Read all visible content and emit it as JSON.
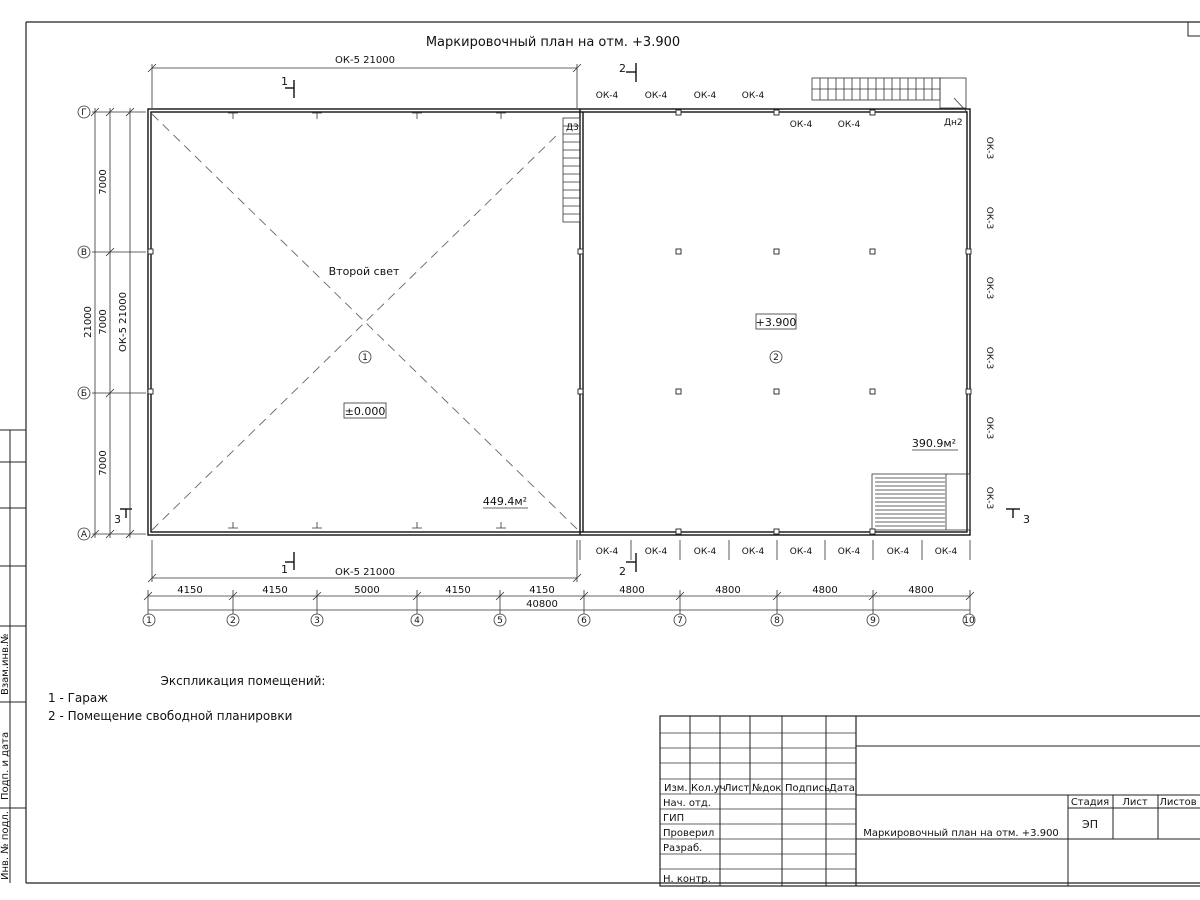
{
  "drawing": {
    "title": "Маркировочный план на отм. +3.900",
    "rooms": {
      "room1": {
        "name": "Второй свет",
        "number": "1",
        "elevation": "±0.000",
        "area": "449.4м²"
      },
      "room2": {
        "number": "2",
        "elevation": "+3.900",
        "area": "390.9м²"
      }
    },
    "dims": {
      "top_overall": "ОК-5 21000",
      "bottom_overall": "ОК-5 21000",
      "left_wall": "ОК-5 21000",
      "left_total": "21000",
      "left_spans": [
        "7000",
        "7000",
        "7000"
      ],
      "bottom_spans": [
        "4150",
        "4150",
        "5000",
        "4150",
        "4150",
        "4800",
        "4800",
        "4800",
        "4800"
      ],
      "bottom_total": "40800"
    },
    "axes_letters": [
      "Г",
      "В",
      "Б",
      "А"
    ],
    "axes_numbers": [
      "1",
      "2",
      "3",
      "4",
      "5",
      "6",
      "7",
      "8",
      "9",
      "10"
    ],
    "windows": {
      "top_row1": [
        "ОК-4",
        "ОК-4",
        "ОК-4",
        "ОК-4"
      ],
      "top_row2": [
        "ОК-4",
        "ОК-4"
      ],
      "right": [
        "ОК-3",
        "ОК-3",
        "ОК-3",
        "ОК-3",
        "ОК-3",
        "ОК-3"
      ],
      "bottom": [
        "ОК-4",
        "ОК-4",
        "ОК-4",
        "ОК-4",
        "ОК-4",
        "ОК-4",
        "ОК-4",
        "ОК-4"
      ]
    },
    "doors": {
      "d3": "Д3",
      "dn2": "Дн2"
    },
    "sections": {
      "s1_top": "1",
      "s1_bottom": "1",
      "s2_top": "2",
      "s2_bottom": "2",
      "s3_left": "3",
      "s3_right": "3"
    }
  },
  "explication": {
    "title": "Экспликация помещений:",
    "items": [
      "1 - Гараж",
      "2 - Помещение свободной планировки"
    ]
  },
  "stamp": {
    "headers": [
      "Изм.",
      "Кол.уч",
      "Лист",
      "№док",
      "Подпись",
      "Дата"
    ],
    "roles": [
      "Нач. отд.",
      "ГИП",
      "Проверил",
      "Разраб.",
      "",
      "Н. контр."
    ],
    "stage_headers": [
      "Стадия",
      "Лист",
      "Листов"
    ],
    "stage_value": "ЭП",
    "sheet_title": "Маркировочный план на отм. +3.900"
  },
  "left_margin": {
    "labels": [
      "Взам.инв.№",
      "Подп. и дата",
      "Инв. № подл."
    ]
  }
}
